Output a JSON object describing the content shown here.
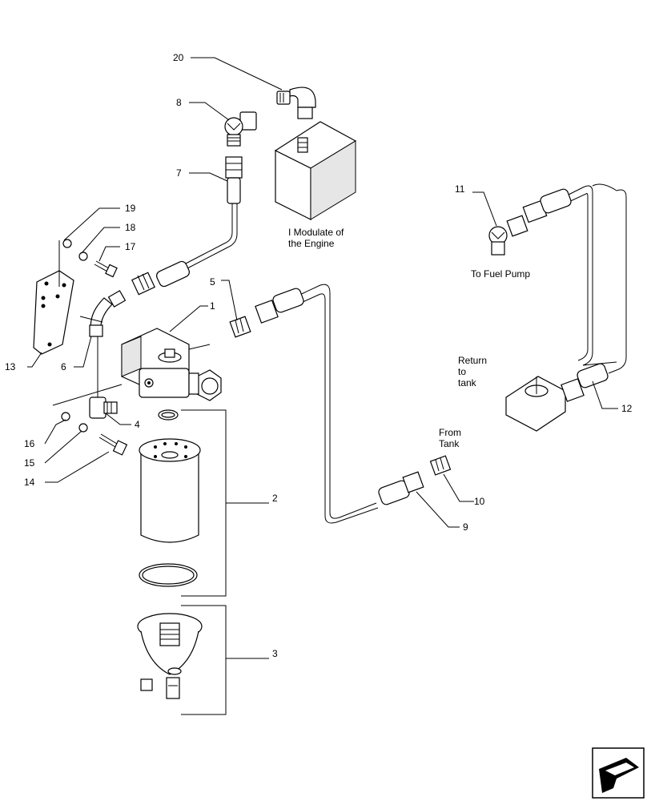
{
  "callouts": {
    "c1": "1",
    "c2": "2",
    "c3": "3",
    "c4": "4",
    "c5": "5",
    "c6": "6",
    "c7": "7",
    "c8": "8",
    "c9": "9",
    "c10": "10",
    "c11": "11",
    "c12": "12",
    "c13": "13",
    "c14": "14",
    "c15": "15",
    "c16": "16",
    "c17": "17",
    "c18": "18",
    "c19": "19",
    "c20": "20"
  },
  "notes": {
    "modulate_line1": "I Modulate of",
    "modulate_line2": "the Engine",
    "fuel_pump": "To Fuel Pump",
    "return_line1": "Return",
    "return_line2": "to",
    "return_line3": "tank",
    "from_line1": "From",
    "from_line2": "Tank"
  },
  "icons": {
    "nav": "next-page-arrow-icon"
  }
}
